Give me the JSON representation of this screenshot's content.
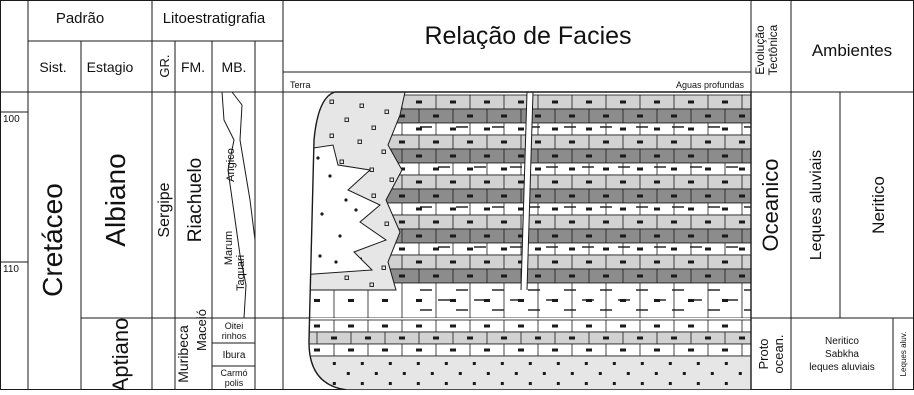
{
  "header": {
    "padrao": "Padrão",
    "lito": "Litoestratigrafia",
    "relacao": "Relação de Facies",
    "evolucao_line1": "Evolução",
    "evolucao_line2": "Tectônica",
    "ambientes": "Ambientes",
    "sist": "Sist.",
    "estagio": "Estagio",
    "gr": "GR.",
    "fm": "FM.",
    "mb": "MB.",
    "terra": "Terra",
    "aguas": "Aguas profundas"
  },
  "scale": {
    "tick_100": "100",
    "tick_110": "110"
  },
  "units": {
    "sistema": "Cretáceo",
    "albiano": "Albiano",
    "aptiano": "Aptiano",
    "grupo": "Sergipe",
    "riachuelo": "Riachuelo",
    "muribeca": "Muribeca",
    "maceio": "Maceió",
    "angico": "Angico",
    "marum": "Marum",
    "taquari": "Taquari",
    "oitei_1": "Oitei",
    "oitei_2": "rinhos",
    "ibura": "Ibura",
    "carmo_1": "Carmó",
    "carmo_2": "polis"
  },
  "tectonics": {
    "oceanico": "Oceanico",
    "proto_1": "Proto",
    "proto_2": "ocean."
  },
  "environments": {
    "leques": "Leques aluviais",
    "neritico": "Neritico",
    "lower_1": "Neritico",
    "lower_2": "Sabkha",
    "lower_3": "leques aluviais",
    "lower_side": "Leques aluv."
  },
  "colors": {
    "line": "#1a1a1a",
    "carbonate": "#8c8c8c",
    "carbonate_light": "#d2d2d2",
    "clastic": "#e6e6e6",
    "paper": "#ffffff"
  }
}
